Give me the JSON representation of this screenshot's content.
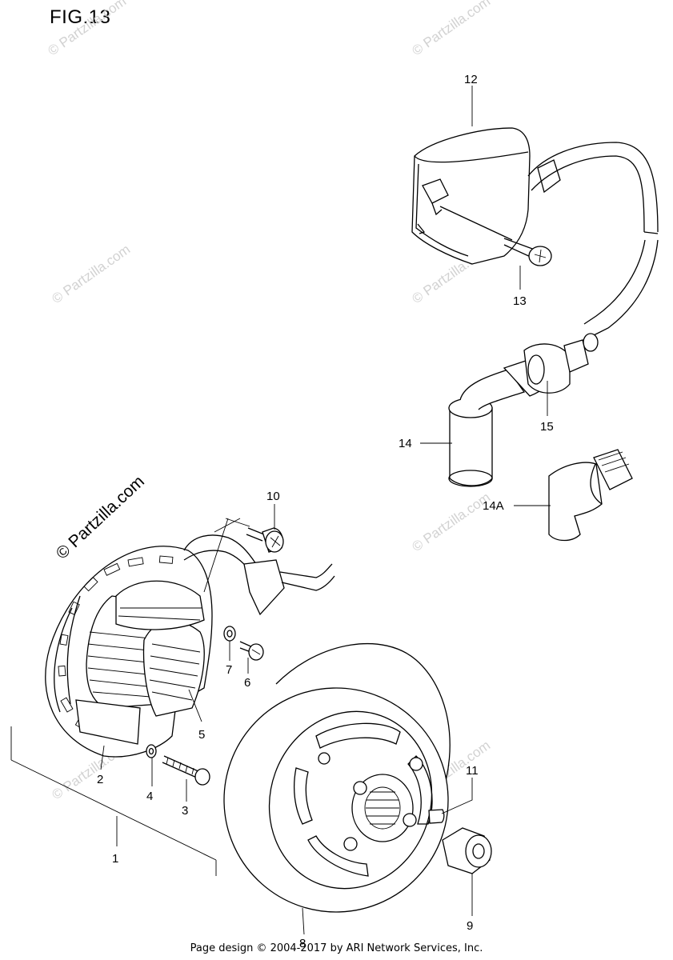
{
  "figure": {
    "title": "FIG.13",
    "footer": "Page design © 2004-2017 by ARI Network Services, Inc."
  },
  "watermark": {
    "text": "© Partzilla.com"
  },
  "callouts": [
    {
      "id": "1",
      "label": "1"
    },
    {
      "id": "2",
      "label": "2"
    },
    {
      "id": "3",
      "label": "3"
    },
    {
      "id": "4",
      "label": "4"
    },
    {
      "id": "5",
      "label": "5"
    },
    {
      "id": "6",
      "label": "6"
    },
    {
      "id": "7",
      "label": "7"
    },
    {
      "id": "8",
      "label": "8"
    },
    {
      "id": "9",
      "label": "9"
    },
    {
      "id": "10",
      "label": "10"
    },
    {
      "id": "11",
      "label": "11"
    },
    {
      "id": "12",
      "label": "12"
    },
    {
      "id": "13",
      "label": "13"
    },
    {
      "id": "14",
      "label": "14"
    },
    {
      "id": "14A",
      "label": "14A"
    },
    {
      "id": "15",
      "label": "15"
    }
  ]
}
